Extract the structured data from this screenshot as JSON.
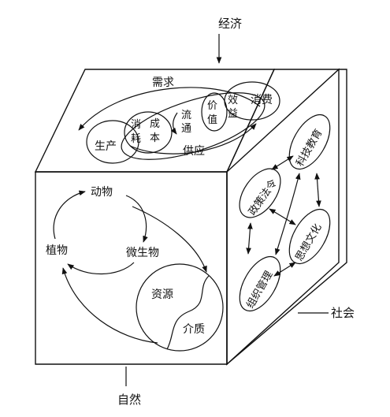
{
  "labels": {
    "economy": "经济",
    "society": "社会",
    "nature": "自然"
  },
  "top_face": {
    "demand": "需求",
    "production": "生产",
    "consumption_use": "消耗",
    "cost": "成本",
    "circulation": "流通",
    "value": "价值",
    "benefit": "效益",
    "consumption": "消费",
    "supply": "供应"
  },
  "front_face": {
    "animals": "动物",
    "plants": "植物",
    "microbes": "微生物",
    "resources": "资源",
    "medium": "介质"
  },
  "right_face": {
    "policy_law": "政策法令",
    "science_education": "科技教育",
    "ideology_culture": "思想文化",
    "organization_management": "组织管理"
  }
}
